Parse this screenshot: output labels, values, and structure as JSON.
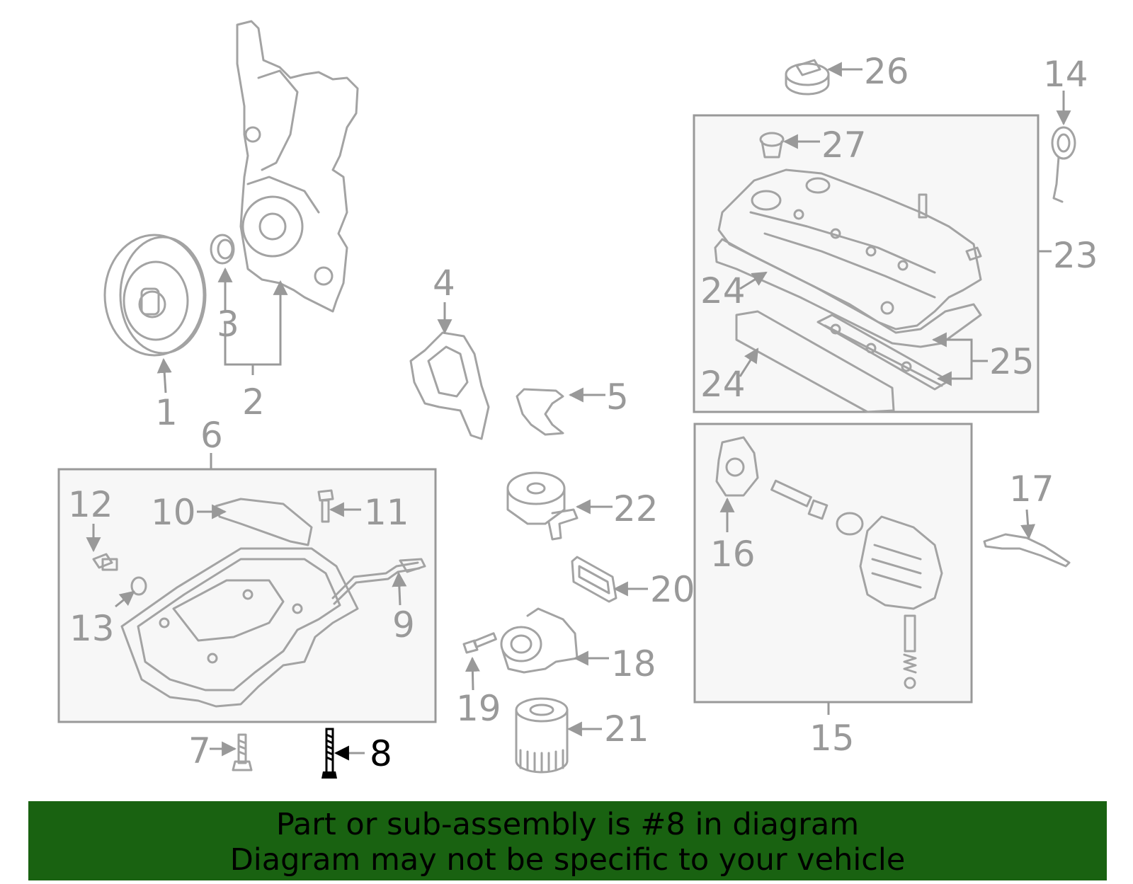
{
  "highlight_color": "#000000",
  "label_color": "#999999",
  "banner_color": "#196211",
  "callouts": [
    {
      "id": "1",
      "text": "1"
    },
    {
      "id": "2",
      "text": "2"
    },
    {
      "id": "3",
      "text": "3"
    },
    {
      "id": "4",
      "text": "4"
    },
    {
      "id": "5",
      "text": "5"
    },
    {
      "id": "6",
      "text": "6"
    },
    {
      "id": "7",
      "text": "7"
    },
    {
      "id": "8",
      "text": "8",
      "highlighted": true
    },
    {
      "id": "9",
      "text": "9"
    },
    {
      "id": "10",
      "text": "10"
    },
    {
      "id": "11",
      "text": "11"
    },
    {
      "id": "12",
      "text": "12"
    },
    {
      "id": "13",
      "text": "13"
    },
    {
      "id": "14",
      "text": "14"
    },
    {
      "id": "15",
      "text": "15"
    },
    {
      "id": "16",
      "text": "16"
    },
    {
      "id": "17",
      "text": "17"
    },
    {
      "id": "18",
      "text": "18"
    },
    {
      "id": "19",
      "text": "19"
    },
    {
      "id": "20",
      "text": "20"
    },
    {
      "id": "21",
      "text": "21"
    },
    {
      "id": "22",
      "text": "22"
    },
    {
      "id": "23",
      "text": "23"
    },
    {
      "id": "24a",
      "text": "24"
    },
    {
      "id": "24b",
      "text": "24"
    },
    {
      "id": "25",
      "text": "25"
    },
    {
      "id": "26",
      "text": "26"
    },
    {
      "id": "27",
      "text": "27"
    }
  ],
  "banner": {
    "line1": "Part or sub-assembly is #8 in diagram",
    "line2": "Diagram may not be specific to your vehicle"
  }
}
